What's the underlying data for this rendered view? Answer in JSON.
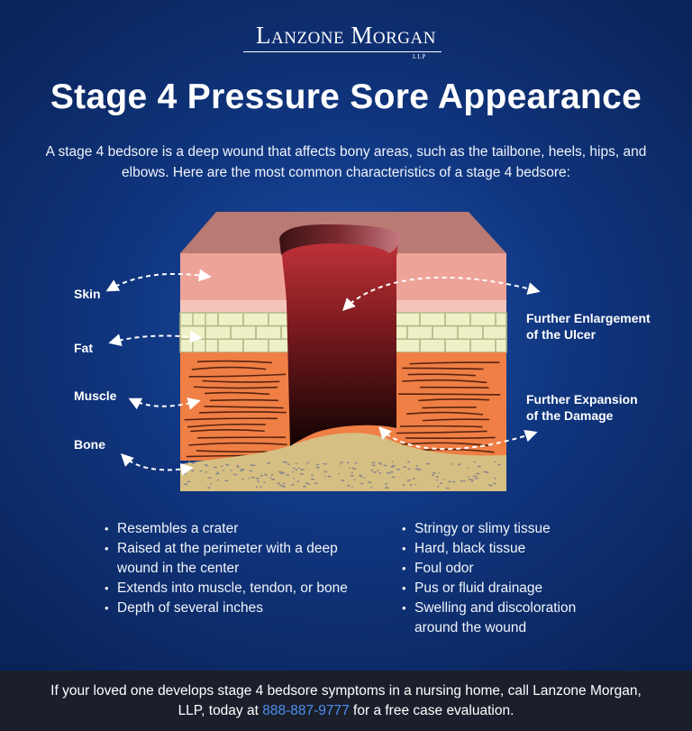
{
  "header": {
    "logo_text": "Lanzone Morgan",
    "logo_sub": "LLP",
    "title": "Stage 4 Pressure Sore Appearance",
    "intro": "A stage 4 bedsore is a deep wound that affects bony areas, such as the tailbone, heels, hips, and elbows. Here are the most common characteristics of a stage 4 bedsore:"
  },
  "diagram": {
    "labels_left": {
      "skin": "Skin",
      "fat": "Fat",
      "muscle": "Muscle",
      "bone": "Bone"
    },
    "labels_right": {
      "enlargement_line1": "Further Enlargement",
      "enlargement_line2": "of the Ulcer",
      "expansion_line1": "Further Expansion",
      "expansion_line2": "of the Damage"
    },
    "colors": {
      "skin_top": "#b97a74",
      "skin": "#eea398",
      "skin_band": "#f6c4b8",
      "fat": "#eef1c6",
      "muscle": "#ef7f45",
      "muscle_lines": "#5a2310",
      "bone": "#d6bf82",
      "wound_top": "#c7343b",
      "wound_bottom": "#120303"
    }
  },
  "characteristics": {
    "left": [
      "Resembles a crater",
      "Raised at the perimeter with a deep wound in the center",
      "Extends into muscle, tendon, or bone",
      "Depth of several inches"
    ],
    "right": [
      "Stringy or slimy tissue",
      "Hard, black tissue",
      "Foul odor",
      "Pus or fluid drainage",
      "Swelling and discoloration around the wound"
    ]
  },
  "footer": {
    "text_before": "If your loved one develops stage 4 bedsore symptoms in a nursing home, call Lanzone Morgan, LLP, today at ",
    "phone": "888-887-9777",
    "text_after": " for a free case evaluation."
  }
}
